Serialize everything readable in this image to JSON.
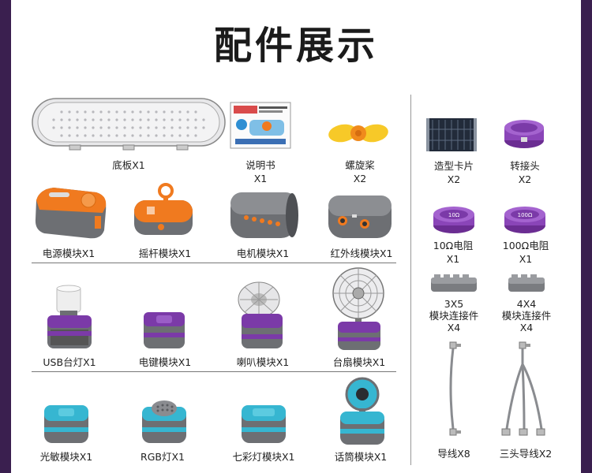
{
  "title": "配件展示",
  "items": {
    "base": "底板X1",
    "manual_name": "说明书",
    "manual_count": "X1",
    "propeller_name": "螺旋桨",
    "propeller_count": "X2",
    "power": "电源模块X1",
    "joystick": "摇杆模块X1",
    "motor": "电机模块X1",
    "infrared": "红外线模块X1",
    "usb_lamp": "USB台灯X1",
    "key": "电键模块X1",
    "speaker": "喇叭模块X1",
    "fan": "台扇模块X1",
    "light_sensor": "光敏模块X1",
    "rgb": "RGB灯X1",
    "seven_color": "七彩灯模块X1",
    "mic": "话筒模块X1",
    "shape_card_name": "造型卡片",
    "shape_card_count": "X2",
    "adapter_name": "转接头",
    "adapter_count": "X2",
    "r10_name": "10Ω电阻",
    "r10_count": "X1",
    "r100_name": "100Ω电阻",
    "r100_count": "X1",
    "c3x5_line1": "3X5",
    "c3x5_line2": "模块连接件",
    "c3x5_line3": "X4",
    "c4x4_line1": "4X4",
    "c4x4_line2": "模块连接件",
    "c4x4_line3": "X4",
    "wire": "导线X8",
    "three_wire": "三头导线X2",
    "r10_mark": "10Ω",
    "r100_mark": "100Ω"
  },
  "colors": {
    "frame": "#3a1f4f",
    "orange": "#f07a1f",
    "gray_module": "#6d6f73",
    "purple": "#7b3aa8",
    "cyan": "#36b6d1",
    "yellow": "#f7b718"
  }
}
